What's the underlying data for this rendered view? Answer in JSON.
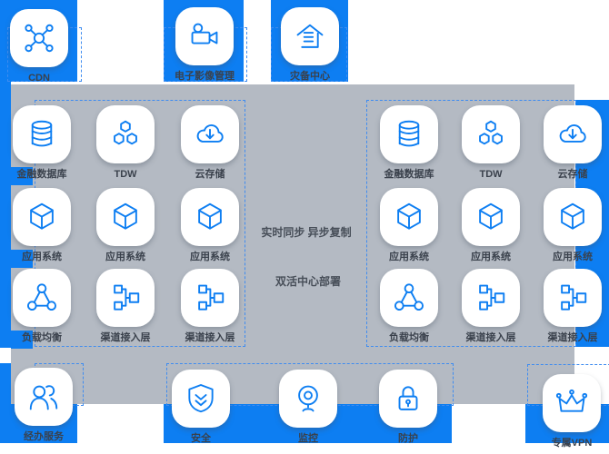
{
  "colors": {
    "accent_blue": "#0d7ef2",
    "panel_gray": "#b4bac3",
    "dashed_border": "#3f8cf0",
    "label_text": "#3a414c"
  },
  "top_tiles": [
    {
      "label": "CDN",
      "icon": "cdn-network-icon"
    },
    {
      "label": "电子影像管理",
      "icon": "video-camera-icon"
    },
    {
      "label": "灾备中心",
      "icon": "disaster-center-icon"
    }
  ],
  "groups": {
    "left": {
      "tiles": [
        {
          "label": "金融数据库",
          "icon": "database-icon"
        },
        {
          "label": "TDW",
          "icon": "hexagons-icon"
        },
        {
          "label": "云存储",
          "icon": "cloud-download-icon"
        },
        {
          "label": "应用系统",
          "icon": "cube-icon"
        },
        {
          "label": "应用系统",
          "icon": "cube-icon"
        },
        {
          "label": "应用系统",
          "icon": "cube-icon"
        },
        {
          "label": "负载均衡",
          "icon": "load-balancer-icon"
        },
        {
          "label": "渠道接入层",
          "icon": "flowchart-icon"
        },
        {
          "label": "渠道接入层",
          "icon": "flowchart-icon"
        }
      ]
    },
    "right": {
      "tiles": [
        {
          "label": "金融数据库",
          "icon": "database-icon"
        },
        {
          "label": "TDW",
          "icon": "hexagons-icon"
        },
        {
          "label": "云存储",
          "icon": "cloud-download-icon"
        },
        {
          "label": "应用系统",
          "icon": "cube-icon"
        },
        {
          "label": "应用系统",
          "icon": "cube-icon"
        },
        {
          "label": "应用系统",
          "icon": "cube-icon"
        },
        {
          "label": "负载均衡",
          "icon": "load-balancer-icon"
        },
        {
          "label": "渠道接入层",
          "icon": "flowchart-icon"
        },
        {
          "label": "渠道接入层",
          "icon": "flowchart-icon"
        }
      ]
    }
  },
  "center": {
    "sync_text": "实时同步 异步复制",
    "arch_text": "双活中心部署"
  },
  "bottom_tiles": [
    {
      "label": "经办服务",
      "icon": "users-icon"
    },
    {
      "label": "安全",
      "icon": "shield-icon"
    },
    {
      "label": "监控",
      "icon": "webcam-icon"
    },
    {
      "label": "防护",
      "icon": "lock-icon"
    },
    {
      "label": "专属VPN",
      "icon": "crown-icon"
    }
  ]
}
